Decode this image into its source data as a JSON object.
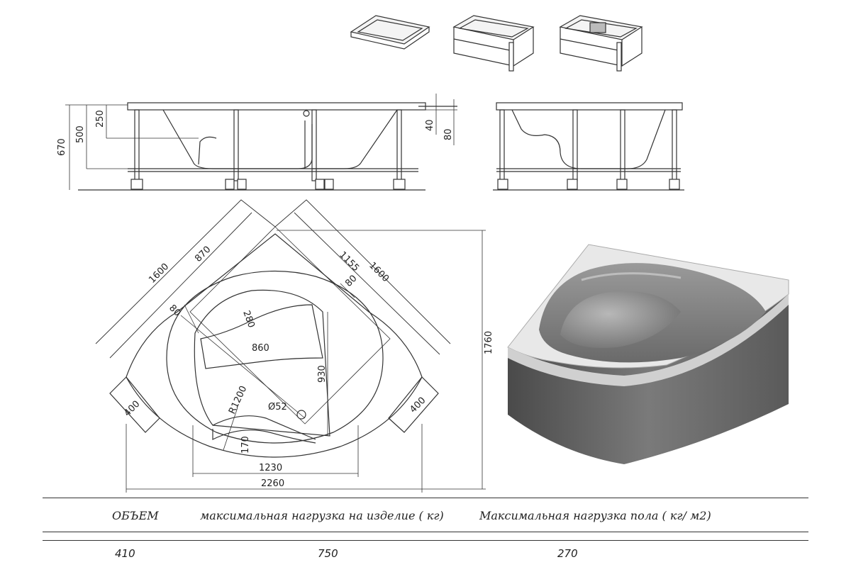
{
  "dimensions": {
    "front_height_total": "670",
    "front_height_inner": "500",
    "front_seat_height": "250",
    "front_rim_40": "40",
    "front_rim_80": "80",
    "top_side_left": "1600",
    "top_side_right": "1600",
    "top_inner_left": "870",
    "top_inner_right": "1155",
    "top_r80_left": "80",
    "top_r80_right": "80",
    "top_seat_280": "280",
    "top_seat_860": "860",
    "top_930": "930",
    "top_radius": "R1200",
    "top_drain": "Ø52",
    "top_corner_left": "400",
    "top_corner_right": "400",
    "top_170": "170",
    "top_1230": "1230",
    "top_2260": "2260",
    "top_1760": "1760"
  },
  "spec_table": {
    "headers": {
      "volume": "ОБЪЕМ",
      "max_load_product": "максимальная нагрузка на изделие ( кг)",
      "max_floor_load": "Максимальная нагрузка пола ( кг/ м2)"
    },
    "values": {
      "volume": "410",
      "max_load_product": "750",
      "max_floor_load": "270"
    }
  },
  "colors": {
    "line": "#333333",
    "tub_dark": "#6e6e6e",
    "tub_mid": "#8d8d8d",
    "tub_light": "#c9c9c9"
  }
}
